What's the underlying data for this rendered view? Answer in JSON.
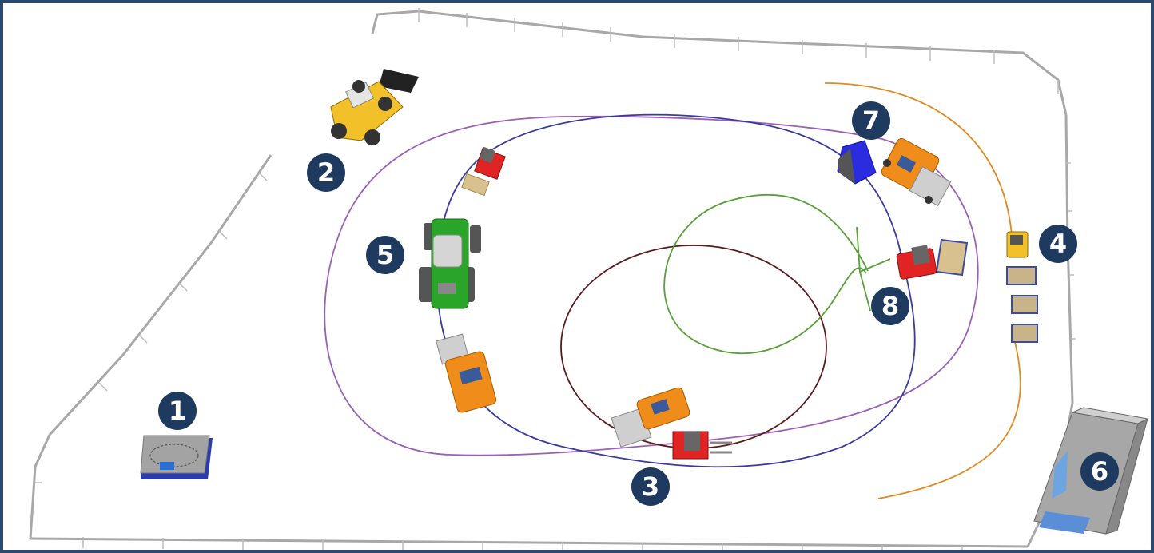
{
  "colors": {
    "frame_border": "#2b4a6e",
    "badge_fill": "#1f3a5f",
    "badge_text": "#ffffff",
    "fence": "#a8a8a8",
    "path_purple": "#9b5fb7",
    "path_blue": "#3a3aa0",
    "path_dark_red": "#5a1a1a",
    "path_green": "#5aa03a",
    "path_orange": "#e08a20",
    "vehicle_orange": "#f08c1a",
    "vehicle_yellow": "#f2c12a",
    "tractor_green": "#2aa52a",
    "forklift_red": "#e02424",
    "block_blue": "#2b2be0",
    "pallet_tan": "#d9c08f",
    "rack_blue": "#3a4aa8",
    "station_gray": "#9c9c9c"
  },
  "markers": [
    {
      "label": "1",
      "object": "pad-station"
    },
    {
      "label": "2",
      "object": "wheel-loader"
    },
    {
      "label": "3",
      "object": "forklift"
    },
    {
      "label": "4",
      "object": "tugger-train"
    },
    {
      "label": "5",
      "object": "tractor"
    },
    {
      "label": "6",
      "object": "container"
    },
    {
      "label": "7",
      "object": "truck"
    },
    {
      "label": "8",
      "object": "forklift"
    }
  ]
}
